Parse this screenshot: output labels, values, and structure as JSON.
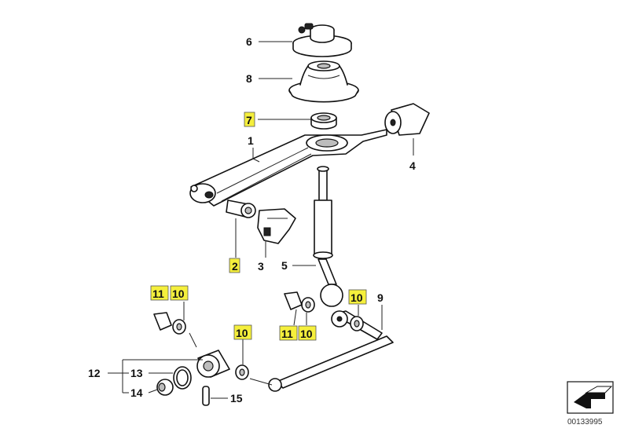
{
  "colors": {
    "highlight": "#f5ef3c",
    "line": "#111111",
    "background": "#ffffff"
  },
  "labels": {
    "l1": "1",
    "l2": "2",
    "l3": "3",
    "l4": "4",
    "l5": "5",
    "l6": "6",
    "l7": "7",
    "l8": "8",
    "l9": "9",
    "l10a": "10",
    "l10b": "10",
    "l10c": "10",
    "l10d": "10",
    "l11a": "11",
    "l11b": "11",
    "l12": "12",
    "l13": "13",
    "l14": "14",
    "l15": "15"
  },
  "highlighted_labels": [
    "2",
    "7",
    "10",
    "11"
  ],
  "diagram_code": "00133995",
  "icons": {
    "corner": "arrow-box-icon"
  }
}
